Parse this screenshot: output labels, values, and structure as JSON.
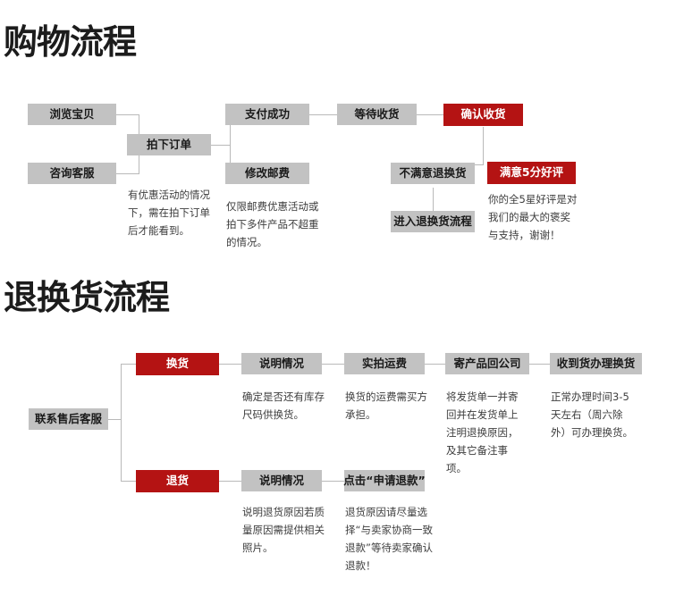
{
  "page": {
    "background": "#ffffff",
    "gray_box_color": "#c2c2c2",
    "red_box_color": "#b41313",
    "connector_color": "#b9b9b9",
    "title_color": "#1c1c1c",
    "caption_color": "#3d3d3d"
  },
  "sections": [
    {
      "title": "购物流程",
      "boxes": {
        "browse": "浏览宝贝",
        "consult": "咨询客服",
        "place_order": "拍下订单",
        "pay_success": "支付成功",
        "modify_shipping": "修改邮费",
        "wait_receive": "等待收货",
        "confirm_receive": "确认收货",
        "unsatisfied_return": "不满意退换货",
        "satisfied_review": "满意5分好评",
        "enter_return_flow": "进入退换货流程"
      },
      "captions": {
        "place_order_note": "有优惠活动的情况下，需在拍下订单后才能看到。",
        "modify_shipping_note": "仅限邮费优惠活动或拍下多件产品不超重的情况。",
        "satisfied_review_note": "你的全5星好评是对我们的最大的褒奖与支持，谢谢！"
      }
    },
    {
      "title": "退换货流程",
      "boxes": {
        "contact_service": "联系售后客服",
        "exchange": "换货",
        "exchange_explain": "说明情况",
        "exchange_shipping": "实拍运费",
        "exchange_send_back": "寄产品回公司",
        "exchange_received": "收到货办理换货",
        "refund": "退货",
        "refund_explain": "说明情况",
        "refund_click": "点击“申请退款”"
      },
      "captions": {
        "exchange_explain_note": "确定是否还有库存尺码供换货。",
        "exchange_shipping_note": "换货的运费需买方承担。",
        "exchange_send_back_note": "将发货单一并寄回并在发货单上注明退换原因，及其它备注事项。",
        "exchange_received_note": "正常办理时间3-5天左右（周六除外）可办理换货。",
        "refund_explain_note": "说明退货原因若质量原因需提供相关照片。",
        "refund_click_note": "退货原因请尽量选择“与卖家协商一致退款”等待卖家确认退款！"
      }
    }
  ]
}
